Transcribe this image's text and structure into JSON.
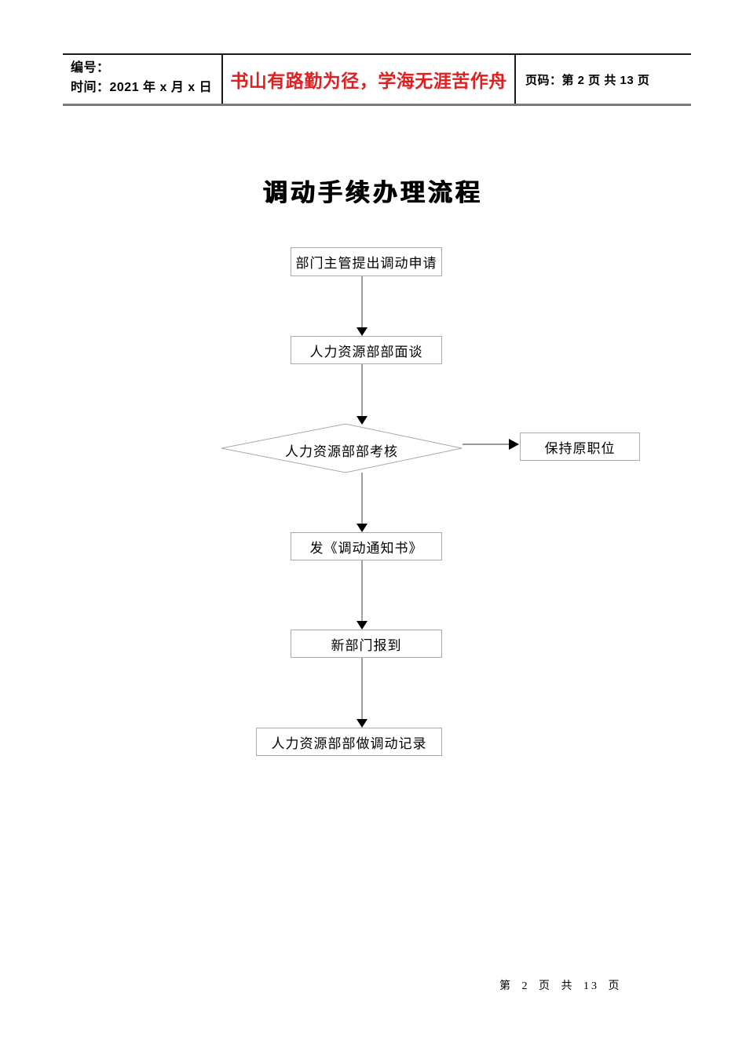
{
  "header": {
    "number_label": "编号：",
    "time_label": "时间：2021 年 x 月 x 日",
    "motto": "书山有路勤为径，学海无涯苦作舟",
    "page_label": "页码：第 2 页  共 13 页"
  },
  "title": "调动手续办理流程",
  "flowchart": {
    "nodes": [
      {
        "id": "apply",
        "type": "rect",
        "label": "部门主管提出调动申请"
      },
      {
        "id": "interview",
        "type": "rect",
        "label": "人力资源部部面谈"
      },
      {
        "id": "review",
        "type": "diamond",
        "label": "人力资源部部考核"
      },
      {
        "id": "keep",
        "type": "rect",
        "label": "保持原职位"
      },
      {
        "id": "notice",
        "type": "rect",
        "label": "发《调动通知书》"
      },
      {
        "id": "report",
        "type": "rect",
        "label": "新部门报到"
      },
      {
        "id": "record",
        "type": "rect",
        "label": "人力资源部部做调动记录"
      }
    ],
    "edges": [
      {
        "from": "apply",
        "to": "interview",
        "direction": "down"
      },
      {
        "from": "interview",
        "to": "review",
        "direction": "down"
      },
      {
        "from": "review",
        "to": "keep",
        "direction": "right"
      },
      {
        "from": "review",
        "to": "notice",
        "direction": "down"
      },
      {
        "from": "notice",
        "to": "report",
        "direction": "down"
      },
      {
        "from": "report",
        "to": "record",
        "direction": "down"
      }
    ]
  },
  "footer": {
    "page_info": "第 2 页 共 13 页"
  },
  "colors": {
    "motto_red": "#e02020",
    "box_border": "#a9a9a9",
    "vertical_line": "#404040",
    "horizontal_line": "#9a9a9a",
    "arrowhead": "#000000",
    "header_border": "#1a1a1a"
  }
}
